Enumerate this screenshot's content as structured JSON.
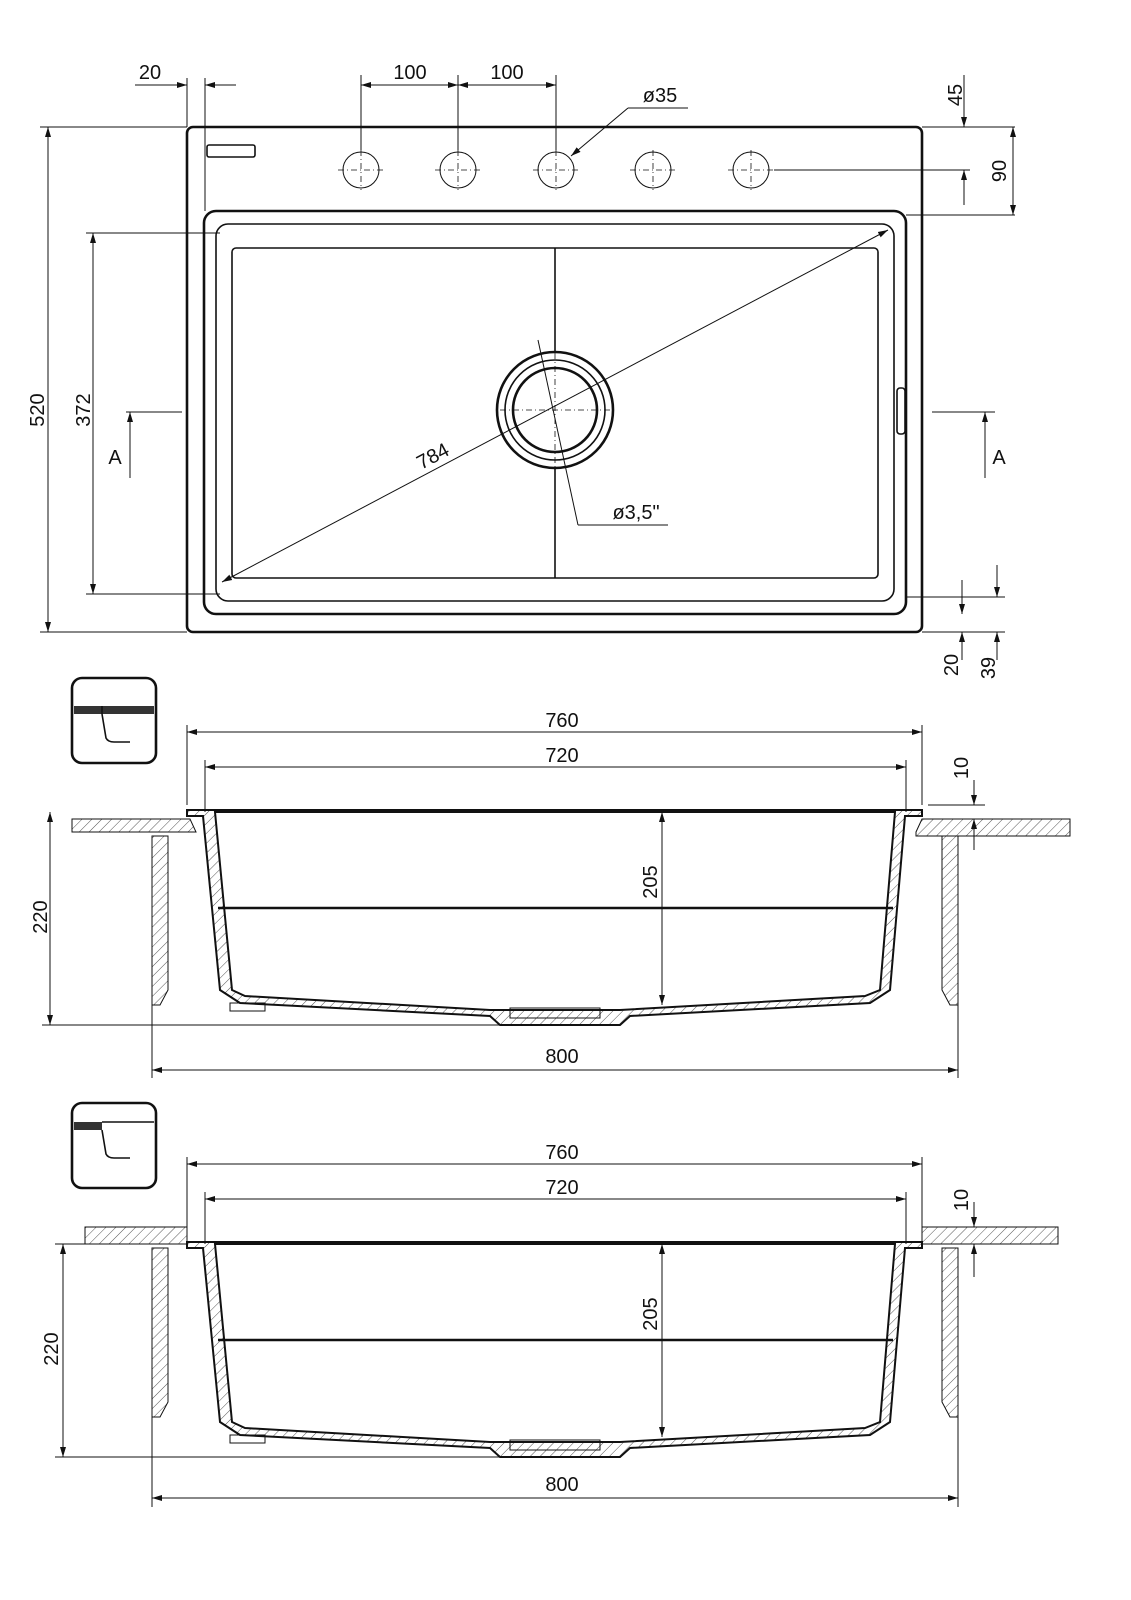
{
  "top_view": {
    "dim_offset_left": "20",
    "dim_hole_spacing_1": "100",
    "dim_hole_spacing_2": "100",
    "dim_hole_diameter": "ø35",
    "dim_hole_edge": "45",
    "dim_rim_top": "90",
    "dim_total_depth": "520",
    "dim_bowl_depth": "372",
    "dim_diagonal": "784",
    "dim_drain": "ø3,5\"",
    "dim_rim_bottom": "20",
    "dim_rim_bottom_outer": "39",
    "section_marker_left": "A",
    "section_marker_right": "A"
  },
  "section_topmount": {
    "dim_outer_width": "760",
    "dim_inner_width": "720",
    "dim_rim_thickness": "10",
    "dim_total_height": "220",
    "dim_bowl_height": "205",
    "dim_cabinet_width": "800"
  },
  "section_undermount": {
    "dim_outer_width": "760",
    "dim_inner_width": "720",
    "dim_rim_thickness": "10",
    "dim_total_height": "220",
    "dim_bowl_height": "205",
    "dim_cabinet_width": "800"
  }
}
